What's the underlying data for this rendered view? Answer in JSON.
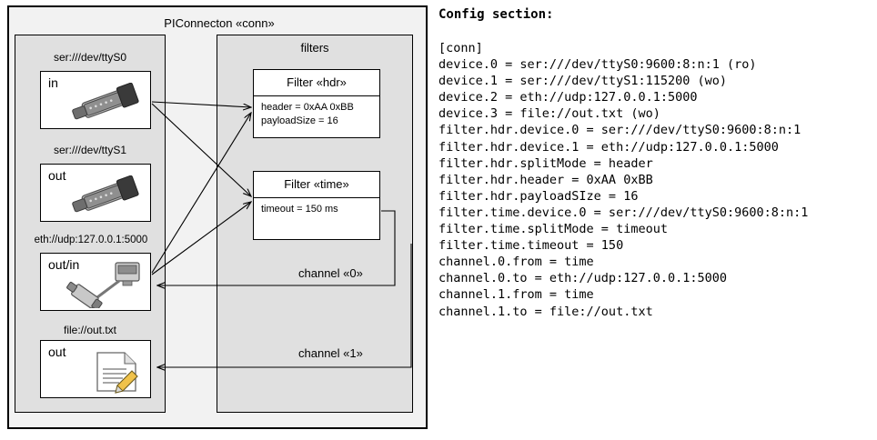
{
  "diagram": {
    "outer_title": "PIConnecton «conn»",
    "left_panel": {
      "devices": [
        {
          "label": "ser:///dev/ttyS0",
          "caption": "in",
          "icon": "serial-port-icon"
        },
        {
          "label": "ser:///dev/ttyS1",
          "caption": "out",
          "icon": "serial-port-icon"
        },
        {
          "label": "eth://udp:127.0.0.1:5000",
          "caption": "out/in",
          "icon": "network-plug-icon"
        },
        {
          "label": "file://out.txt",
          "caption": "out",
          "icon": "text-file-icon"
        }
      ]
    },
    "right_panel": {
      "title": "filters",
      "filters": [
        {
          "name": "Filter «hdr»",
          "properties": [
            "header = 0xAA 0xBB",
            "payloadSize = 16"
          ]
        },
        {
          "name": "Filter «time»",
          "properties": [
            "timeout = 150 ms"
          ]
        }
      ],
      "channels": [
        "channel «0»",
        "channel «1»"
      ]
    }
  },
  "config": {
    "title": "Config section:",
    "text": "[conn]\ndevice.0 = ser:///dev/ttyS0:9600:8:n:1 (ro)\ndevice.1 = ser:///dev/ttyS1:115200 (wo)\ndevice.2 = eth://udp:127.0.0.1:5000\ndevice.3 = file://out.txt (wo)\nfilter.hdr.device.0 = ser:///dev/ttyS0:9600:8:n:1\nfilter.hdr.device.1 = eth://udp:127.0.0.1:5000\nfilter.hdr.splitMode = header\nfilter.hdr.header = 0xAA 0xBB\nfilter.hdr.payloadSIze = 16\nfilter.time.device.0 = ser:///dev/ttyS0:9600:8:n:1\nfilter.time.splitMode = timeout\nfilter.time.timeout = 150\nchannel.0.from = time\nchannel.0.to = eth://udp:127.0.0.1:5000\nchannel.1.from = time\nchannel.1.to = file://out.txt"
  },
  "colors": {
    "outer_bg": "#f2f2f2",
    "panel_bg": "#e0e0e0",
    "card_bg": "#ffffff",
    "stroke": "#000000"
  }
}
